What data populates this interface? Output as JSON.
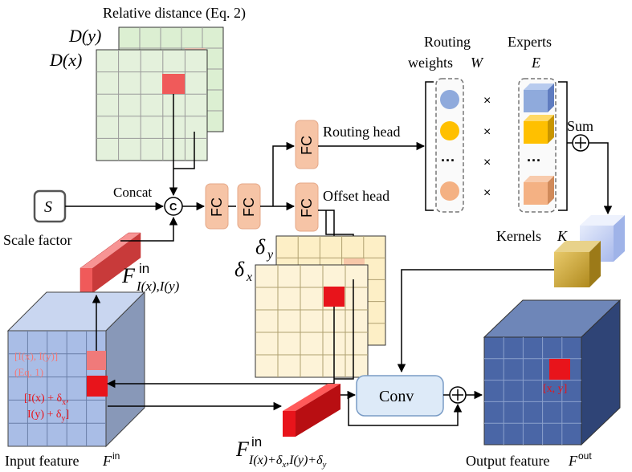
{
  "labels": {
    "relative_distance": "Relative distance (Eq. 2)",
    "d_y": "D(y)",
    "d_x": "D(x)",
    "concat": "Concat",
    "concat_symbol": "C",
    "scale_symbol": "S",
    "scale_factor": "Scale factor",
    "fc": "FC",
    "routing_head": "Routing head",
    "offset_head": "Offset head",
    "routing_weights_1": "Routing",
    "routing_weights_2": "weights",
    "routing_weights_sym": "W",
    "experts_1": "Experts",
    "experts_sym": "E",
    "times": "×",
    "ellipsis": "···",
    "sum": "Sum",
    "kernels": "Kernels",
    "kernels_sym": "K",
    "delta_y": "δ",
    "delta_y_sub": "y",
    "delta_x": "δ",
    "delta_x_sub": "x",
    "f_in_main": "F",
    "f_in_sup": "in",
    "f_in_sub": "I(x),I(y)",
    "idx_label_1": "[I(x), I(y)]",
    "idx_label_2": "(Eq. 1)",
    "offset_label_1": "[I(x) + δ",
    "offset_label_1b": "x",
    "offset_label_1c": ",",
    "offset_label_2": "I(y) + δ",
    "offset_label_2b": "y",
    "offset_label_2c": "]",
    "input_feature": "Input feature",
    "input_feature_sym": "F",
    "input_feature_sup": "in",
    "conv": "Conv",
    "f_off_main": "F",
    "f_off_sup": "in",
    "f_off_sub": "I(x)+δ",
    "f_off_sub_x": "x",
    "f_off_sub_mid": ",I(y)+δ",
    "f_off_sub_y": "y",
    "output_xy": "[x, y]",
    "output_feature": "Output feature",
    "output_feature_sym": "F",
    "output_feature_sup": "out"
  },
  "colors": {
    "green_grid": "#dcefd2",
    "yellow_grid": "#fdefc6",
    "fc_box": "#f6c4a6",
    "blue_cube": "#b7c7e8",
    "red": "#e8141b",
    "pink": "#f07a7a",
    "expert_blue": "#8faadc",
    "expert_yellow": "#ffc000",
    "expert_peach": "#f4b183"
  }
}
